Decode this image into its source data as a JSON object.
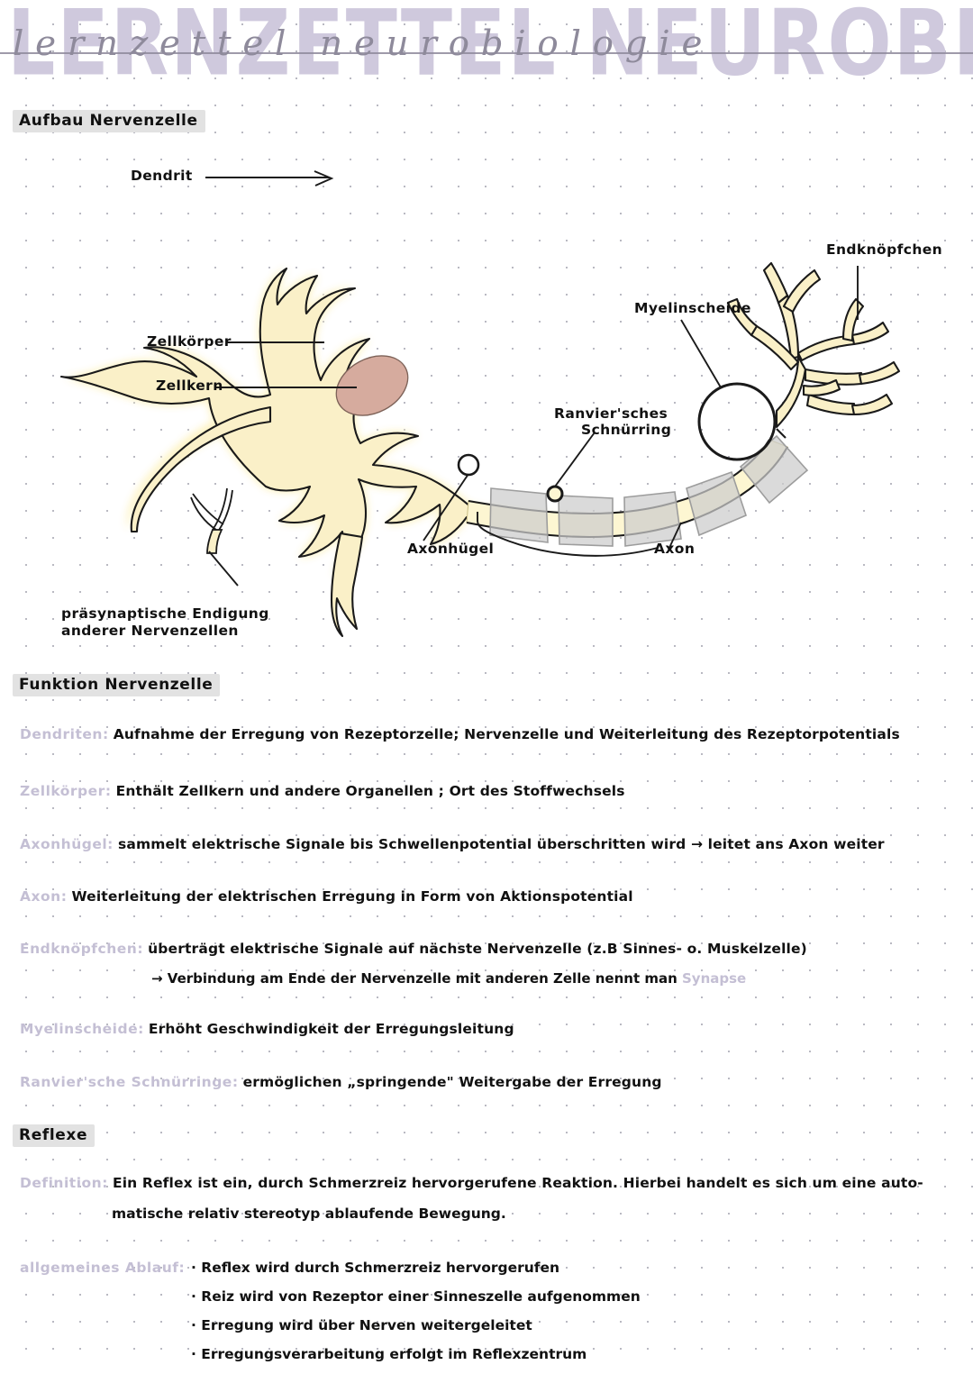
{
  "page": {
    "title_block": {
      "display_title": "LERNZETTEL NEUROBIOLOGIE",
      "script_title": "lernzettel neurobiologie"
    },
    "colors": {
      "title_block": "#cfc9dd",
      "title_script": "#8e8a9b",
      "term_accent": "#c4bfd4",
      "heading_highlight": "#e2e2e2",
      "soma_fill": "#faf0c8",
      "nucleus_fill": "#d6ab9e",
      "myelin_fill": "#cccccc",
      "ink": "#111111",
      "grid_dot": "#b9b9c2"
    }
  },
  "sections": {
    "aufbau": {
      "heading": "Aufbau Nervenzelle",
      "diagram_labels": {
        "dendrit": "Dendrit",
        "zellkoerper": "Zellkörper",
        "zellkern": "Zellkern",
        "axonhuegel": "Axonhügel",
        "axon": "Axon",
        "myelinscheide": "Myelinscheide",
        "ranvier_line1": "Ranvier'sches",
        "ranvier_line2": "Schnürring",
        "endknoepfchen": "Endknöpfchen",
        "praesynapse_line1": "präsynaptische Endigung",
        "praesynapse_line2": "anderer Nervenzellen"
      }
    },
    "funktion": {
      "heading": "Funktion Nervenzelle",
      "entries": [
        {
          "term": "Dendriten",
          "text": "Aufnahme der Erregung von Rezeptorzelle; Nervenzelle und Weiterleitung des Rezeptorpotentials"
        },
        {
          "term": "Zellkörper",
          "text": "Enthält Zellkern und andere Organellen ; Ort des Stoffwechsels"
        },
        {
          "term": "Axonhügel",
          "text": "sammelt elektrische Signale bis Schwellenpotential überschritten wird → leitet ans Axon weiter"
        },
        {
          "term": "Axon",
          "text": "Weiterleitung der elektrischen Erregung in Form von Aktionspotential"
        },
        {
          "term": "Endknöpfchen",
          "text": "überträgt elektrische Signale auf nächste Nervenzelle (z.B Sinnes- o. Muskelzelle)",
          "subline_prefix": "→ Verbindung am Ende der Nervenzelle mit anderen Zelle nennt man ",
          "subline_accent": "Synapse"
        },
        {
          "term": "Myelinscheide",
          "text": "Erhöht Geschwindigkeit der Erregungsleitung"
        },
        {
          "term": "Ranvier'sche Schnürringe",
          "text": "ermöglichen „springende\" Weitergabe der Erregung"
        }
      ]
    },
    "reflexe": {
      "heading": "Reflexe",
      "definition": {
        "term": "Definition",
        "line1": "Ein Reflex ist ein, durch Schmerzreiz hervorgerufene Reaktion. Hierbei handelt es sich um  eine  auto-",
        "line2": "matische relativ  stereotyp  ablaufende Bewegung."
      },
      "ablauf": {
        "term": "allgemeines Ablauf",
        "bullets": [
          "Reflex wird durch Schmerzreiz hervorgerufen",
          "Reiz wird von Rezeptor einer Sinneszelle aufgenommen",
          "Erregung wird über Nerven weitergeleitet",
          "Erregungsverarbeitung erfolgt im Reflexzentrum"
        ]
      }
    }
  }
}
